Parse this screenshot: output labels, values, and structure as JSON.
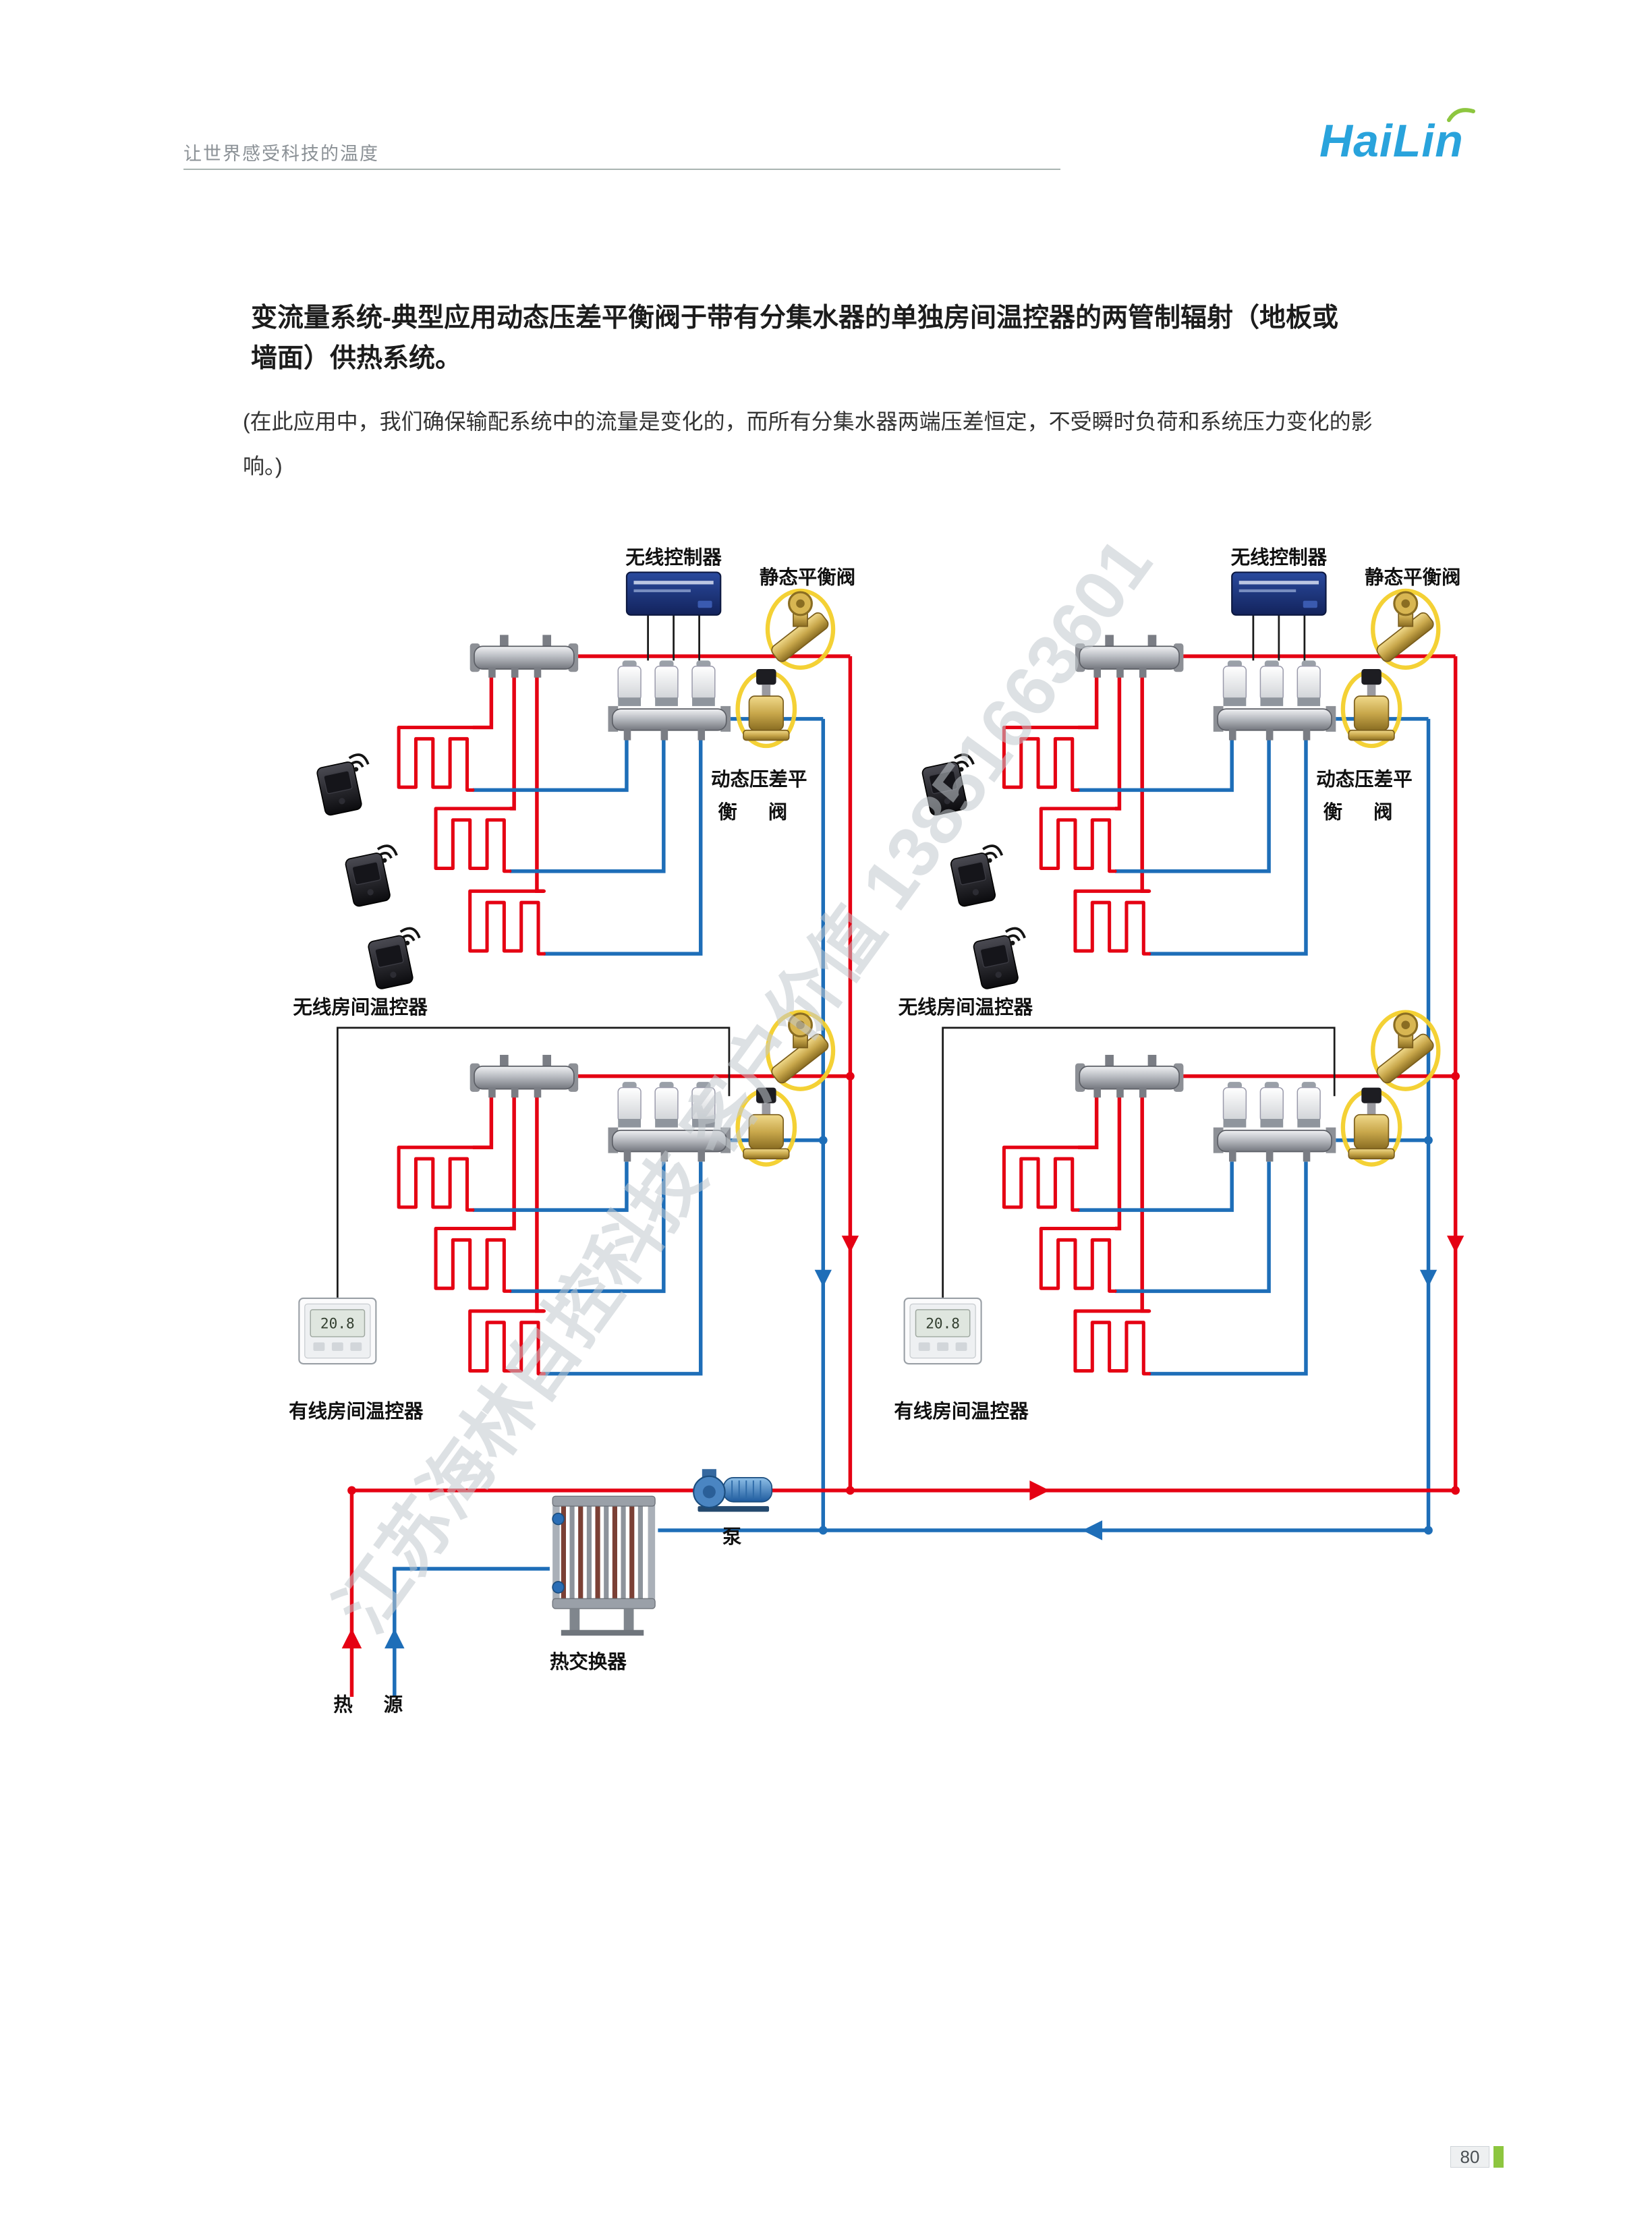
{
  "header": {
    "tagline": "让世界感受科技的温度",
    "logo_text": "HaiLin"
  },
  "content": {
    "title_line1": "变流量系统-典型应用动态压差平衡阀于带有分集水器的单独房间温控器的两管制辐射（地板或",
    "title_line2": "墙面）供热系统。",
    "body_line1": "(在此应用中，我们确保输配系统中的流量是变化的，而所有分集水器两端压差恒定，不受瞬时负荷和系统压力变化的影",
    "body_line2": "响。)"
  },
  "diagram": {
    "labels": {
      "wireless_controller": "无线控制器",
      "static_valve": "静态平衡阀",
      "dynamic_valve_line1": "动态压差平",
      "dynamic_valve_line2": "衡 阀",
      "wireless_thermostat": "无线房间温控器",
      "wired_thermostat": "有线房间温控器",
      "pump": "泵",
      "heat_exchanger": "热交换器",
      "heat_source": "热 源"
    },
    "thermostat_display": "20.8",
    "icons": {
      "wifi": "wifi-signal-arcs"
    },
    "colors": {
      "supply": "#e50113",
      "return": "#1e6eb8",
      "brass": "#c9a84c",
      "highlight": "#f3cf2a",
      "brand_blue": "#29a3dc",
      "brand_green": "#8dc63f"
    }
  },
  "watermark": {
    "text": "江苏海林自控科技 客户价值 13851663601"
  },
  "footer": {
    "page_number": "80"
  }
}
